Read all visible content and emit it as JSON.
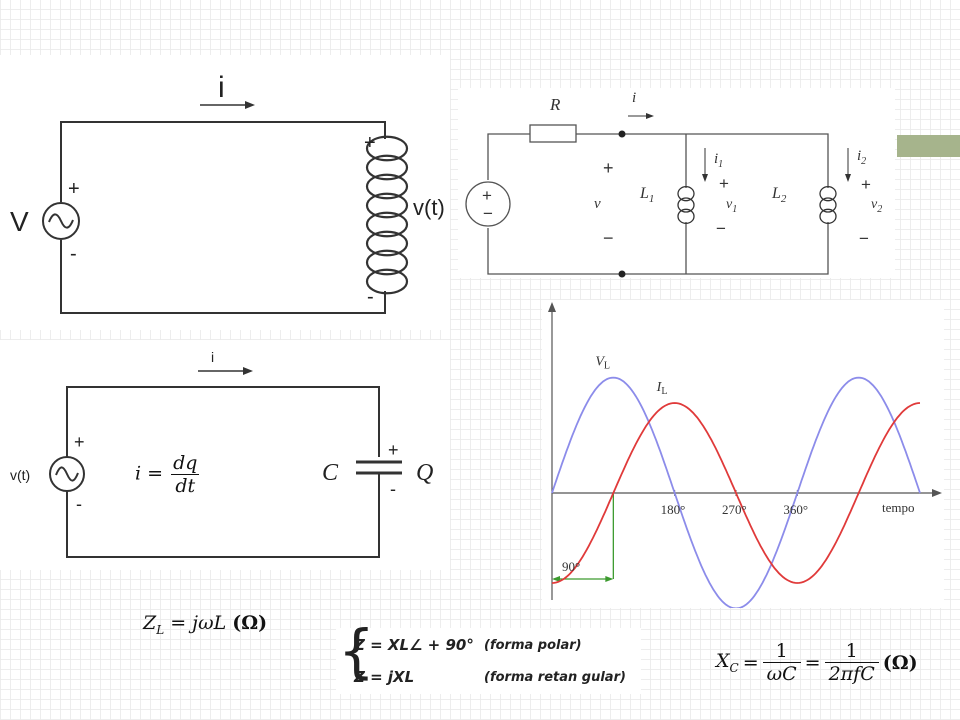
{
  "circuit_inductor": {
    "current_label": "i",
    "source_label": "V",
    "plus": "+",
    "minus": "-",
    "voltage_label": "v(t)"
  },
  "circuit_parallel": {
    "resistor_label": "R",
    "current_label": "i",
    "voltage_label": "v",
    "plus": "+",
    "minus": "−",
    "inductor1_label": "L",
    "inductor1_sub": "1",
    "inductor2_label": "L",
    "inductor2_sub": "2",
    "current1_label": "i",
    "current1_sub": "1",
    "current2_label": "i",
    "current2_sub": "2",
    "voltage1_label": "v",
    "voltage1_sub": "1",
    "voltage2_label": "v",
    "voltage2_sub": "2"
  },
  "circuit_capacitor": {
    "current_label": "i",
    "source_label": "v(t)",
    "plus": "+",
    "minus": "-",
    "capacitor_label": "C",
    "charge_label": "Q",
    "formula": {
      "lhs": "i =",
      "numerator": "dq",
      "denominator": "dt"
    }
  },
  "chart_data": {
    "type": "line",
    "xlabel": "tempo",
    "x_ticks": [
      "180°",
      "270°",
      "360°"
    ],
    "x_tick_values": [
      180,
      270,
      360
    ],
    "series": [
      {
        "name": "V",
        "name_sub": "L",
        "color": "#8c8cea",
        "amplitude": 1.0,
        "phase_shift_deg": 0
      },
      {
        "name": "I",
        "name_sub": "L",
        "color": "#e03a3a",
        "amplitude": 0.78,
        "phase_shift_deg": -90
      }
    ],
    "annotation": {
      "label": "90°",
      "color": "#3c9a2e",
      "from_deg": 0,
      "to_deg": 90
    },
    "xlim_deg": [
      0,
      540
    ],
    "ylim": [
      -1.3,
      1.3
    ]
  },
  "formulas": {
    "impedance_L": "Z",
    "impedance_L_sub": "L",
    "impedance_L_rhs": "= jωL",
    "impedance_L_unit": "(Ω)",
    "polar_line": "Z = XL∠ + 90°",
    "polar_note": "(forma polar)",
    "rect_line": "Z = jXL",
    "rect_note": "(forma retan gular)",
    "reactance_C": "X",
    "reactance_C_sub": "C",
    "reactance_C_num1": "1",
    "reactance_C_den1": "ωC",
    "reactance_C_num2": "1",
    "reactance_C_den2": "2πfC",
    "reactance_C_unit": "(Ω)"
  }
}
